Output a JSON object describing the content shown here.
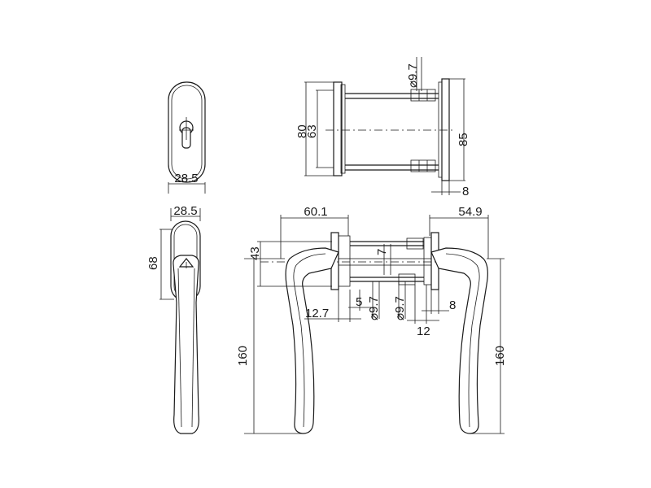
{
  "dimensions": {
    "rosette_front_width": "28.5",
    "handle_front_width": "28.5",
    "handle_front_height": "68",
    "top_rod_diameter": "⌀9.7",
    "top_rosette_outer_height": "80",
    "top_rosette_inner_height": "63",
    "top_rosette_right_height": "85",
    "top_rosette_thickness": "8",
    "side_left_reach": "60.1",
    "side_right_reach": "54.9",
    "side_rosette_height": "43",
    "side_spindle": "7",
    "side_left_length": "160",
    "side_right_length": "160",
    "side_offset_left": "12.7",
    "side_gap": "5",
    "side_rod_diameter_left": "⌀9.7",
    "side_rod_diameter_right": "⌀9.7",
    "side_plate_thickness": "8",
    "side_offset_right": "12"
  }
}
